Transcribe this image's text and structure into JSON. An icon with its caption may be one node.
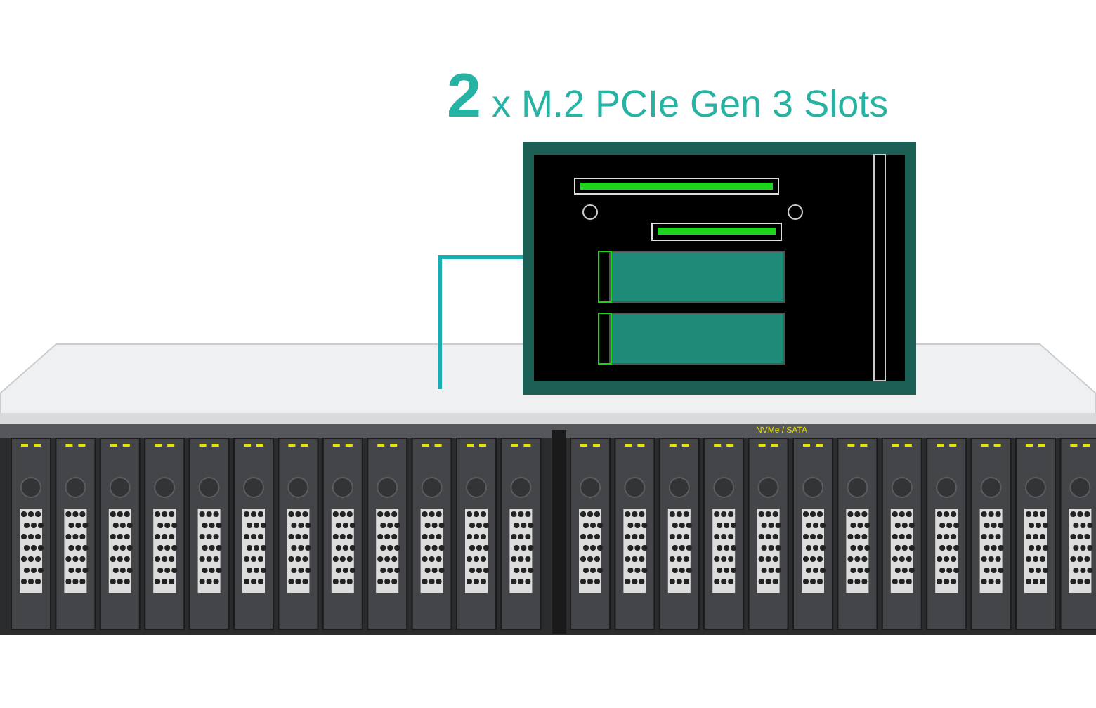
{
  "diagram": {
    "title": "**2** x M.2 PCIe Gen 3 Slots",
    "nodes": [
      {
        "text": [],
        "shape": "picture"
      },
      {
        "text": [],
        "shape": "picture"
      }
    ],
    "edges": [
      {
        "from": 1,
        "to": 0,
        "arrow": "none"
      }
    ],
    "labels": [
      "NVMe / SATA"
    ]
  }
}
